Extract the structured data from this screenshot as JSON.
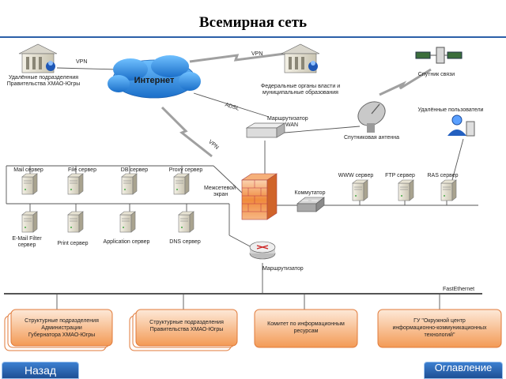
{
  "title": "Всемирная сеть",
  "labels": {
    "internet": "Интернет",
    "vpn_top": "VPN",
    "vpn_mid": "VPN",
    "vpn_bottom": "VPN",
    "adsl": "ADSL",
    "remote_gov_1": "Удалённые подразделения",
    "remote_gov_2": "Правительства ХМАО-Югры",
    "federal_1": "Федеральные органы власти и",
    "federal_2": "муниципальные образования",
    "satellite": "Спутник связи",
    "satellite_antenna": "Спутниковая антенна",
    "remote_users": "Удалённые пользователи",
    "router_wan_1": "Маршрутизатор",
    "router_wan_2": "WAN",
    "mail_server": "Mail сервер",
    "file_server": "File сервер",
    "db_server": "DB сервер",
    "proxy_server": "Proxy сервер",
    "firewall_1": "Межсетевой",
    "firewall_2": "экран",
    "switch": "Коммутатор",
    "www_server": "WWW сервер",
    "ftp_server": "FTP сервер",
    "ras_server": "RAS сервер",
    "email_filter_1": "E-Mail Filter",
    "email_filter_2": "сервер",
    "print_server": "Print сервер",
    "app_server": "Application сервер",
    "dns_server": "DNS сервер",
    "router": "Маршрутизатор",
    "fast_ethernet": "FastEthernet"
  },
  "boxes": {
    "admin": [
      "Структурные подразделения",
      "Администрации",
      "Губернатора ХМАО-Югры"
    ],
    "govt": [
      "Структурные подразделения",
      "Правительства ХМАО-Югры"
    ],
    "committee": [
      "Комитет по информационным",
      "ресурсам"
    ],
    "center": [
      "ГУ \"Окружной центр",
      "информационно-коммуникационных",
      "технологий\""
    ]
  },
  "nav": {
    "back": "Назад",
    "toc": "Оглавление"
  },
  "colors": {
    "accent": "#2b5fa8",
    "cloud": "#2a88e0",
    "firewall": "#e8793c",
    "box_orange": "#f08a3c"
  }
}
